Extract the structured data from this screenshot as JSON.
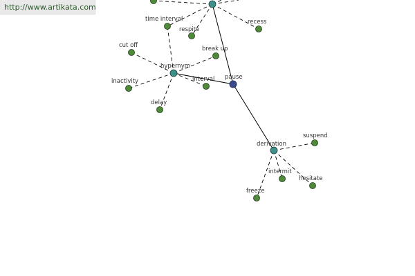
{
  "url": "http://www.artikata.com",
  "nodes": {
    "pause": "pause",
    "hypernym": "hypernym",
    "derivation": "derivation",
    "time_interval": "time interval",
    "respite": "respite",
    "recess": "recess",
    "cut_off": "cut off",
    "break_up": "break up",
    "inactivity": "inactivity",
    "interval": "interval",
    "delay": "delay",
    "suspend": "suspend",
    "intermit": "intermit",
    "hesitate": "hesitate",
    "freeze": "freeze"
  }
}
